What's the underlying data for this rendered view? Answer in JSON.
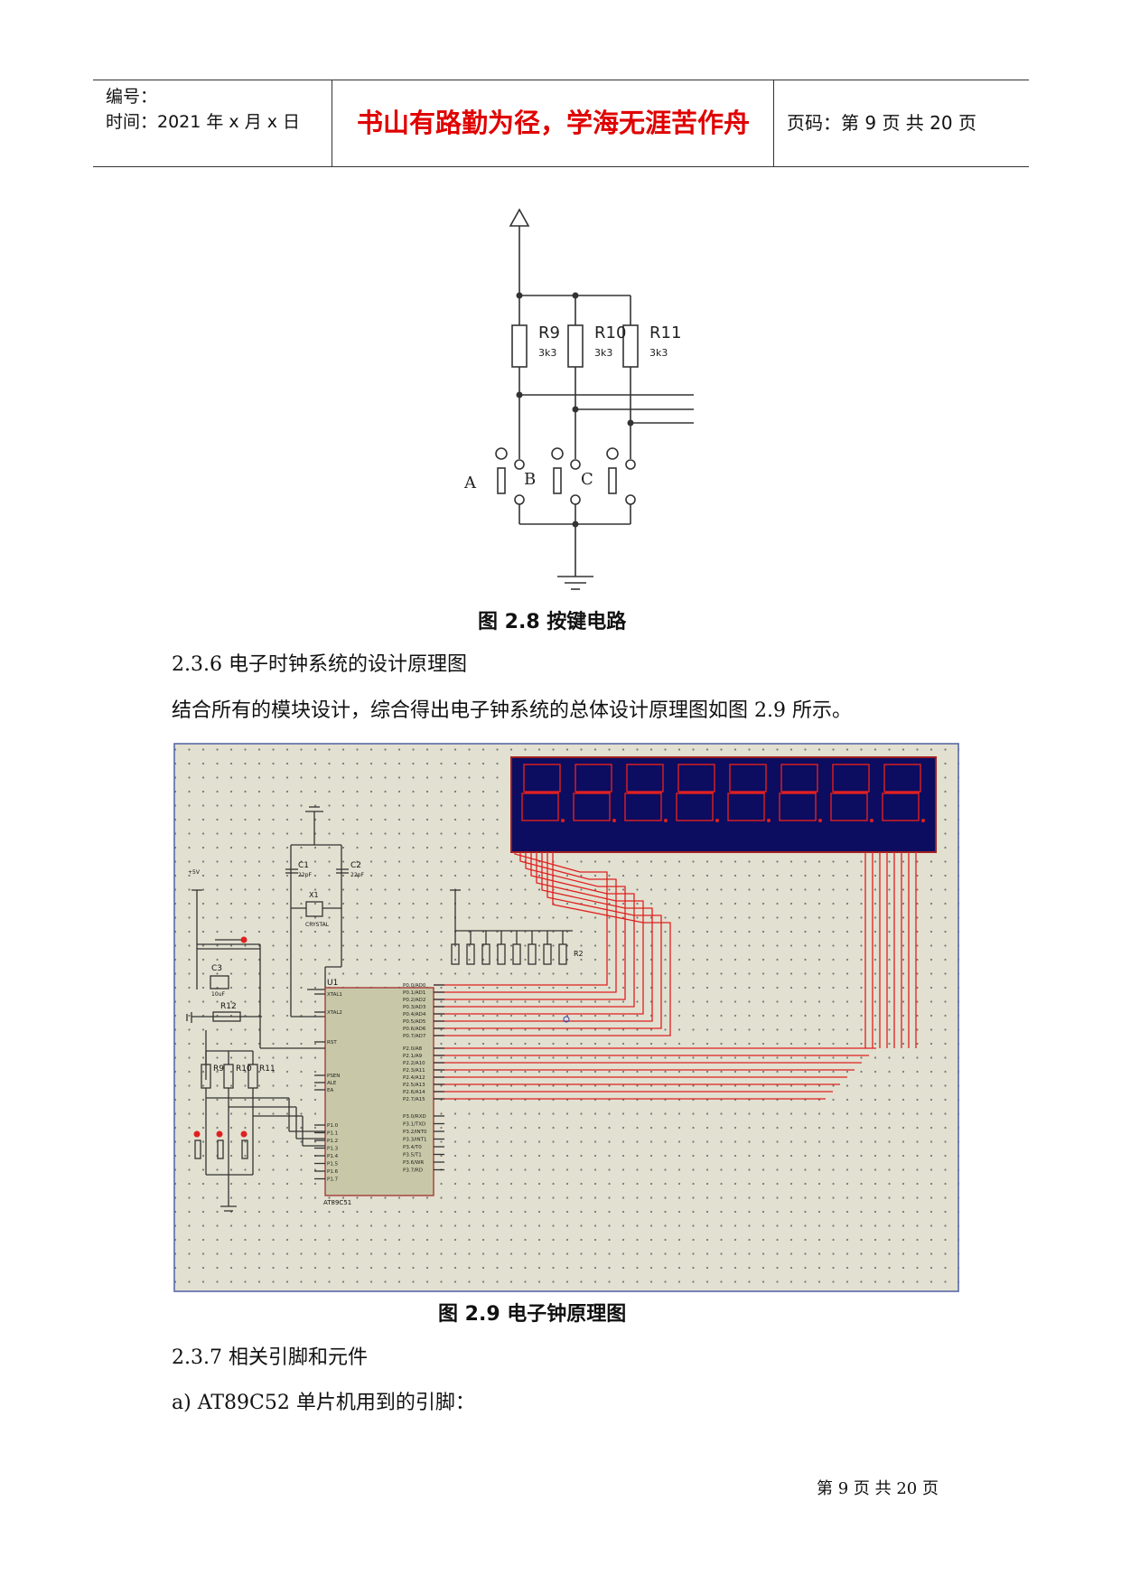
{
  "header": {
    "serial_label": "编号：",
    "time_label": "时间：2021 年 x 月 x 日",
    "motto": "书山有路勤为径，学海无涯苦作舟",
    "page_info": "页码：第 9 页  共 20 页"
  },
  "figure_2_8": {
    "caption": "图 2.8  按键电路",
    "resistors": [
      {
        "name": "R9",
        "value": "3k3"
      },
      {
        "name": "R10",
        "value": "3k3"
      },
      {
        "name": "R11",
        "value": "3k3"
      }
    ],
    "keys": [
      "A",
      "B",
      "C"
    ]
  },
  "section_236": {
    "heading": "2.3.6   电子时钟系统的设计原理图",
    "text": "结合所有的模块设计，综合得出电子钟系统的总体设计原理图如图 2.9 所示。"
  },
  "figure_2_9": {
    "caption": "图 2.9      电子钟原理图",
    "chip_label": "U1",
    "chip_name": "AT89C51",
    "crystal_label": "X1",
    "crystal_name": "CRYSTAL",
    "cap_labels": [
      "C1",
      "C2",
      "C3"
    ],
    "cap_values": [
      "22pF",
      "22pF",
      "10uF"
    ],
    "reset_resistor": "R12",
    "key_resistors": [
      "R9",
      "R10",
      "R11"
    ],
    "pullup_label": "R2",
    "vcc_label": "+5V",
    "pins_left": [
      "XTAL1",
      "XTAL2",
      "RST",
      "PSEN",
      "ALE",
      "EA",
      "P1.0",
      "P1.1",
      "P1.2",
      "P1.3",
      "P1.4",
      "P1.5",
      "P1.6",
      "P1.7"
    ],
    "pins_right": [
      "P0.0/AD0",
      "P0.1/AD1",
      "P0.2/AD2",
      "P0.3/AD3",
      "P0.4/AD4",
      "P0.5/AD5",
      "P0.6/AD6",
      "P0.7/AD7",
      "P2.0/A8",
      "P2.1/A9",
      "P2.2/A10",
      "P2.3/A11",
      "P2.4/A12",
      "P2.5/A13",
      "P2.6/A14",
      "P2.7/A15",
      "P3.0/RXD",
      "P3.1/TXD",
      "P3.2/INT0",
      "P3.3/INT1",
      "P3.4/T0",
      "P3.5/T1",
      "P3.6/WR",
      "P3.7/RD"
    ],
    "display_digits": 8
  },
  "section_237": {
    "heading": "2.3.7   相关引脚和元件",
    "item_a": "a)  AT89C52 单片机用到的引脚："
  },
  "footer": {
    "page_text": "第 9 页  共 20 页"
  },
  "colors": {
    "motto": "#e00000",
    "wire_red": "#e02020",
    "grid_bg": "#e2e0d0",
    "chip_fill": "#c8c8a8",
    "display_bg": "#0c0c60"
  }
}
